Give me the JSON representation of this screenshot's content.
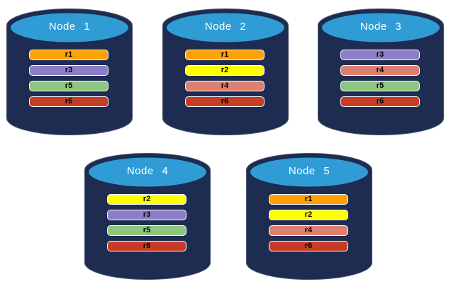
{
  "diagram": {
    "description_colors": {
      "canvas_background": "#FFFFFF",
      "cylinder_body": "#1D2C50",
      "cylinder_top": "#2F9CD5",
      "title_text": "#FFFFFF",
      "bar_text": "#000000",
      "bar_border": "#FFFFFF"
    }
  },
  "replica_colors": {
    "r1": "#FFA005",
    "r2": "#FFFF00",
    "r3": "#8C7EC6",
    "r4": "#DD8070",
    "r5": "#8DC67F",
    "r6": "#C63D26"
  },
  "nodes": [
    {
      "title": "Node 1",
      "replicas": [
        "r1",
        "r3",
        "r5",
        "r6"
      ]
    },
    {
      "title": "Node 2",
      "replicas": [
        "r1",
        "r2",
        "r4",
        "r6"
      ]
    },
    {
      "title": "Node 3",
      "replicas": [
        "r3",
        "r4",
        "r5",
        "r6"
      ]
    },
    {
      "title": "Node 4",
      "replicas": [
        "r2",
        "r3",
        "r5",
        "r6"
      ]
    },
    {
      "title": "Node 5",
      "replicas": [
        "r1",
        "r2",
        "r4",
        "r6"
      ]
    }
  ]
}
